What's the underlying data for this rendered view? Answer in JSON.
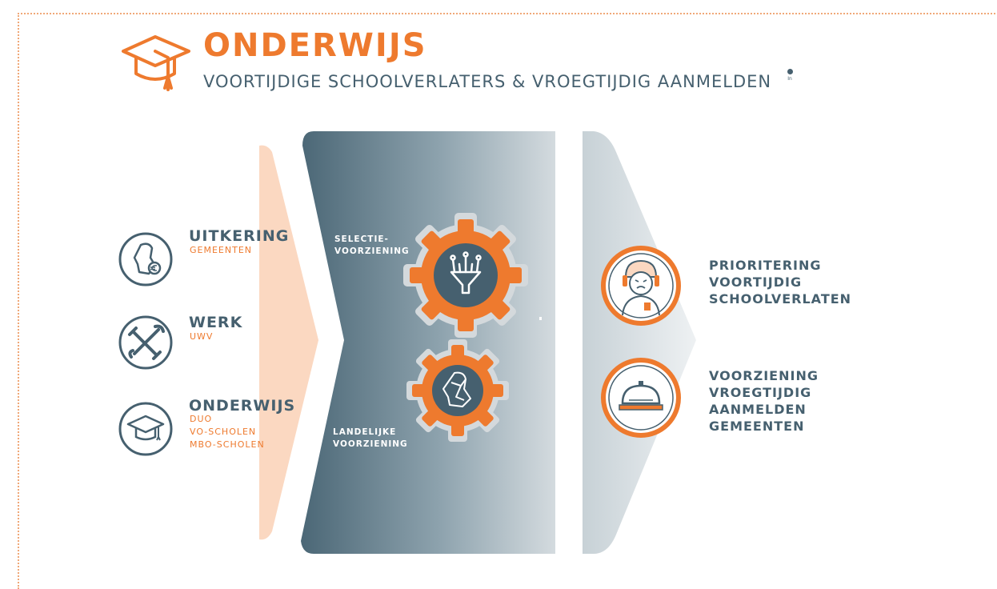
{
  "title": "ONDERWIJS",
  "subtitle": "VOORTIJDIGE SCHOOLVERLATERS & VROEGTIJDIG AANMELDEN",
  "footnote_mark": "In",
  "sources": [
    {
      "label": "UITKERING",
      "sub": [
        "GEMEENTEN"
      ],
      "icon": "netherlands-map-euro-icon"
    },
    {
      "label": "WERK",
      "sub": [
        "UWV"
      ],
      "icon": "tools-icon"
    },
    {
      "label": "ONDERWIJS",
      "sub": [
        "DUO",
        "VO-SCHOLEN",
        "MBO-SCHOLEN"
      ],
      "icon": "graduation-cap-icon"
    }
  ],
  "stages": [
    {
      "label": [
        "SELECTIE-",
        "VOORZIENING"
      ],
      "icon": "filter-funnel-gear-icon"
    },
    {
      "label": [
        "LANDELIJKE",
        "VOORZIENING"
      ],
      "icon": "map-network-gear-icon"
    }
  ],
  "outputs": [
    {
      "label": [
        "PRIORITERING",
        "VOORTIJDIG",
        "SCHOOLVERLATEN"
      ],
      "icon": "person-headset-icon"
    },
    {
      "label": [
        "VOORZIENING",
        "VROEGTIJDIG",
        "AANMELDEN",
        "GEMEENTEN"
      ],
      "icon": "service-bell-icon"
    }
  ],
  "colors": {
    "orange": "#ee7a2e",
    "slate": "#46606f",
    "peach": "#fbd8c1",
    "panel_dark": "#4f6b7a",
    "panel_light": "#d6dde1"
  }
}
